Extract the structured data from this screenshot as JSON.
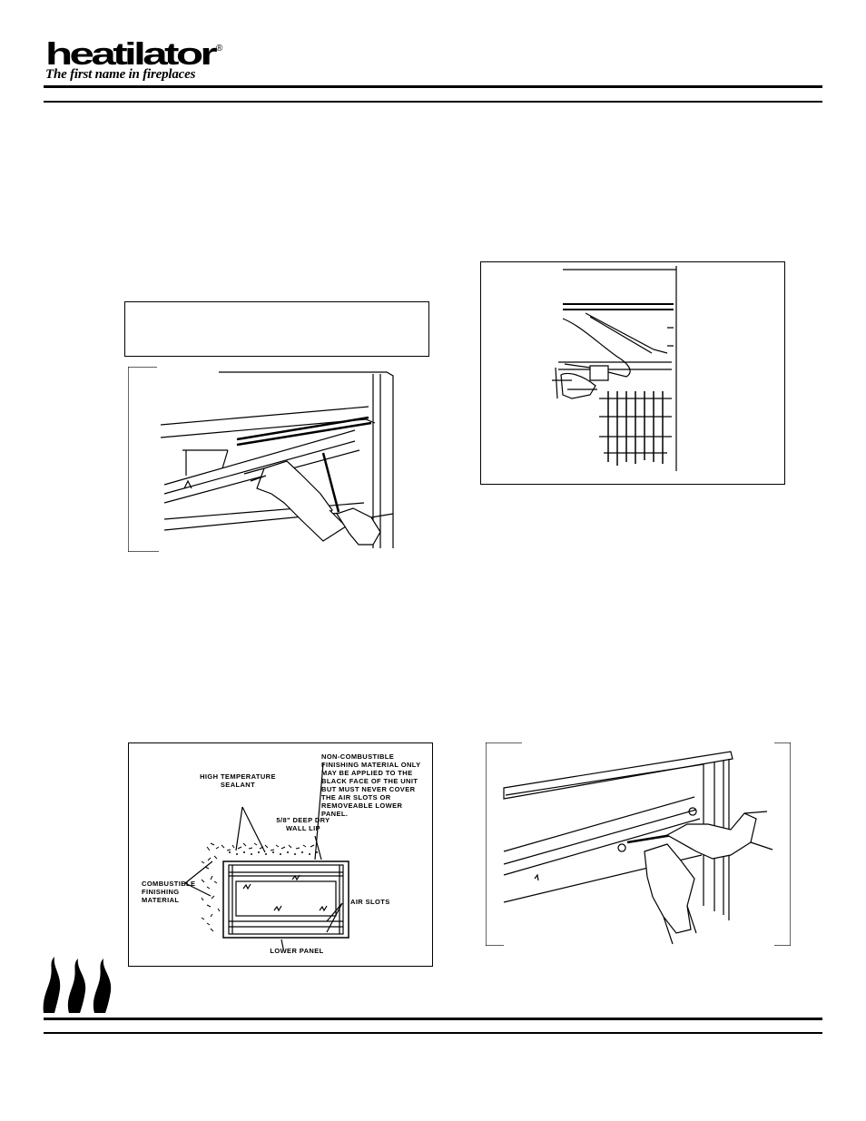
{
  "header": {
    "brand": "heatilator",
    "registered_mark": "®",
    "tagline": "The first name in fireplaces"
  },
  "figure_diagram": {
    "label_sealant": "HIGH TEMPERATURE SEALANT",
    "label_noncombustible": "NON-COMBUSTIBLE FINISHING MATERIAL ONLY MAY BE APPLIED TO THE BLACK FACE OF THE UNIT BUT MUST NEVER COVER THE AIR SLOTS OR REMOVEABLE LOWER PANEL.",
    "label_drywall": "5/8\" DEEP DRY WALL LIP",
    "label_combustible": "COMBUSTIBLE FINISHING MATERIAL",
    "label_airslots": "AIR SLOTS",
    "label_lowerpanel": "LOWER PANEL"
  },
  "footer": {
    "icon": "flames-icon"
  }
}
